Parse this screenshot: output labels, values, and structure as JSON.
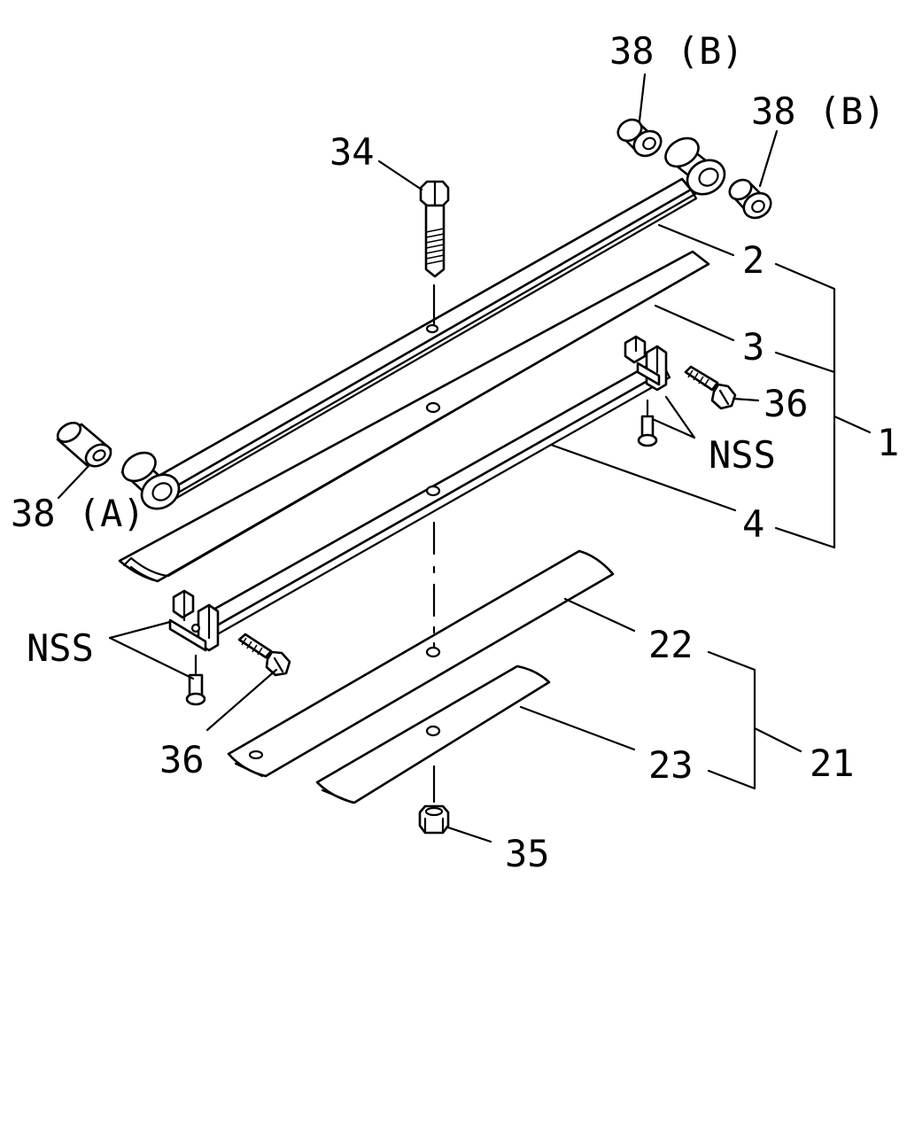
{
  "labels": {
    "b38_top": "38 (B)",
    "b38_right": "38 (B)",
    "bolt34": "34",
    "leaf2": "2",
    "leaf3": "3",
    "bolt36_right": "36",
    "assy1": "1",
    "nss_right": "NSS",
    "bush38a": "38 (A)",
    "leaf4": "4",
    "nss_left": "NSS",
    "leaf22": "22",
    "bolt36_left": "36",
    "assy21": "21",
    "leaf23": "23",
    "nut35": "35"
  }
}
